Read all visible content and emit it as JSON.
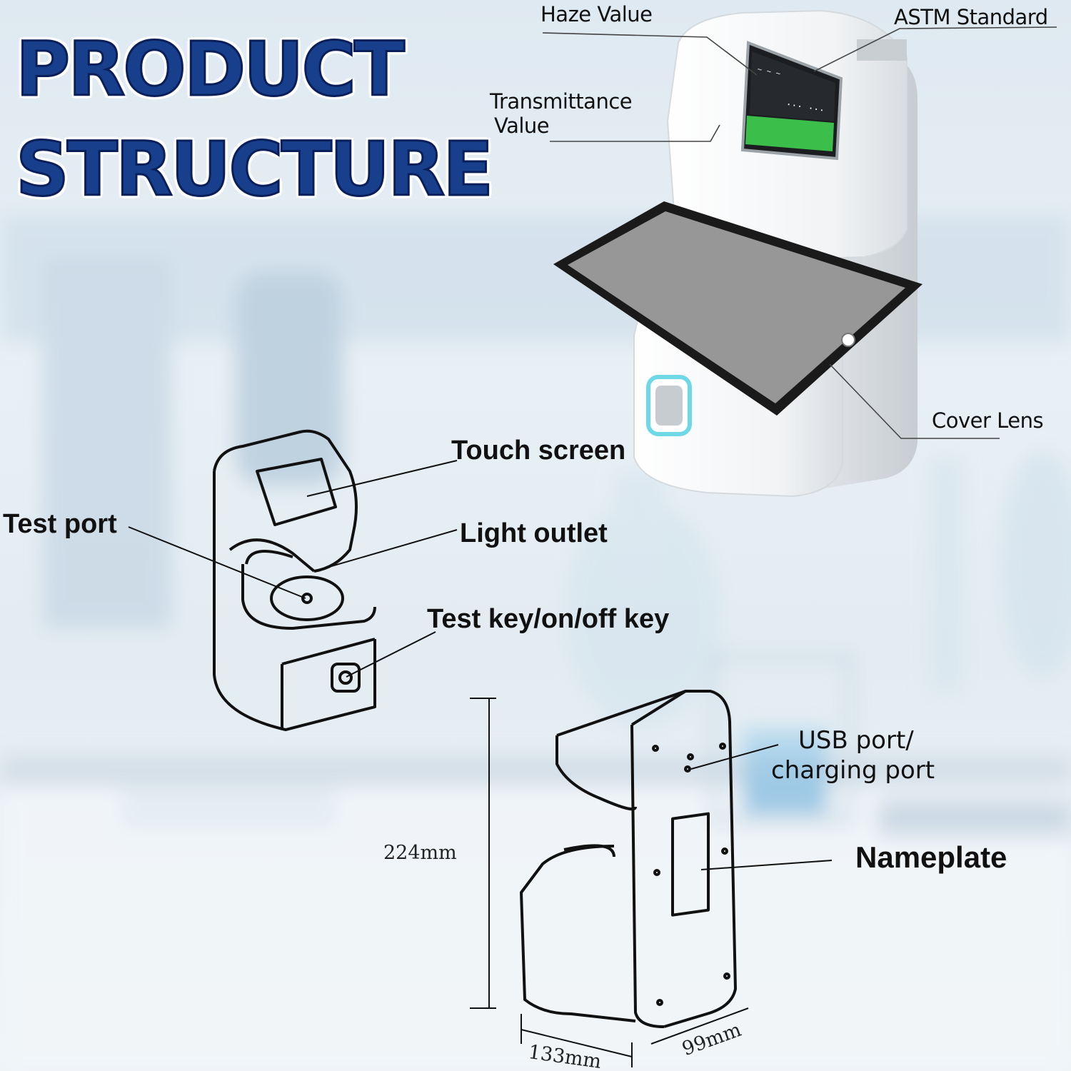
{
  "title": {
    "line1": "PRODUCT",
    "line2": "STRUCTURE"
  },
  "labels": {
    "haze_value": "Haze Value",
    "astm_standard": "ASTM Standard",
    "transmittance_line1": "Transmittance",
    "transmittance_line2": "Value",
    "cover_lens": "Cover Lens",
    "touch_screen": "Touch screen",
    "test_port": "Test port",
    "light_outlet": "Light outlet",
    "test_key": "Test key/on/off key",
    "usb_line1": "USB port/",
    "usb_line2": "charging port",
    "nameplate": "Nameplate"
  },
  "dimensions": {
    "height": "224mm",
    "width": "133mm",
    "depth": "99mm"
  },
  "colors": {
    "title_fill": "#173f8c",
    "title_outline": "#0a1f5a",
    "screen_green": "#3bbf4a",
    "led_ring": "#6fd8e6"
  }
}
